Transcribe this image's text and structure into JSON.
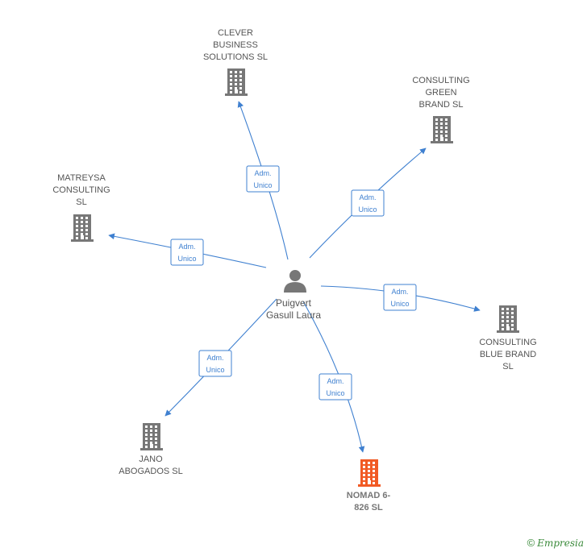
{
  "colors": {
    "building": "#777777",
    "focus_building": "#f15a24",
    "edge": "#3f80d0",
    "person": "#777777"
  },
  "person": {
    "id": "puigvert",
    "lines": [
      "Puigvert",
      "Gasull Laura"
    ],
    "icon": "person-icon"
  },
  "companies": [
    {
      "id": "clever",
      "lines": [
        "CLEVER",
        "BUSINESS",
        "SOLUTIONS  SL"
      ],
      "icon": "building-icon",
      "focus": false
    },
    {
      "id": "green",
      "lines": [
        "CONSULTING",
        "GREEN",
        "BRAND  SL"
      ],
      "icon": "building-icon",
      "focus": false
    },
    {
      "id": "matreysa",
      "lines": [
        "MATREYSA",
        "CONSULTING",
        "SL"
      ],
      "icon": "building-icon",
      "focus": false
    },
    {
      "id": "blue",
      "lines": [
        "CONSULTING",
        "BLUE BRAND",
        "SL"
      ],
      "icon": "building-icon",
      "focus": false
    },
    {
      "id": "jano",
      "lines": [
        "JANO",
        "ABOGADOS  SL"
      ],
      "icon": "building-icon",
      "focus": false
    },
    {
      "id": "nomad",
      "lines": [
        "NOMAD 6-",
        "826  SL"
      ],
      "icon": "building-icon",
      "focus": true
    }
  ],
  "edges": [
    {
      "from": "puigvert",
      "to": "clever",
      "label": [
        "Adm.",
        "Unico"
      ]
    },
    {
      "from": "puigvert",
      "to": "green",
      "label": [
        "Adm.",
        "Unico"
      ]
    },
    {
      "from": "puigvert",
      "to": "matreysa",
      "label": [
        "Adm.",
        "Unico"
      ]
    },
    {
      "from": "puigvert",
      "to": "blue",
      "label": [
        "Adm.",
        "Unico"
      ]
    },
    {
      "from": "puigvert",
      "to": "jano",
      "label": [
        "Adm.",
        "Unico"
      ]
    },
    {
      "from": "puigvert",
      "to": "nomad",
      "label": [
        "Adm.",
        "Unico"
      ]
    }
  ],
  "watermark": {
    "copyright": "©",
    "brand": "Empresia",
    "icon": "copyright-icon"
  }
}
